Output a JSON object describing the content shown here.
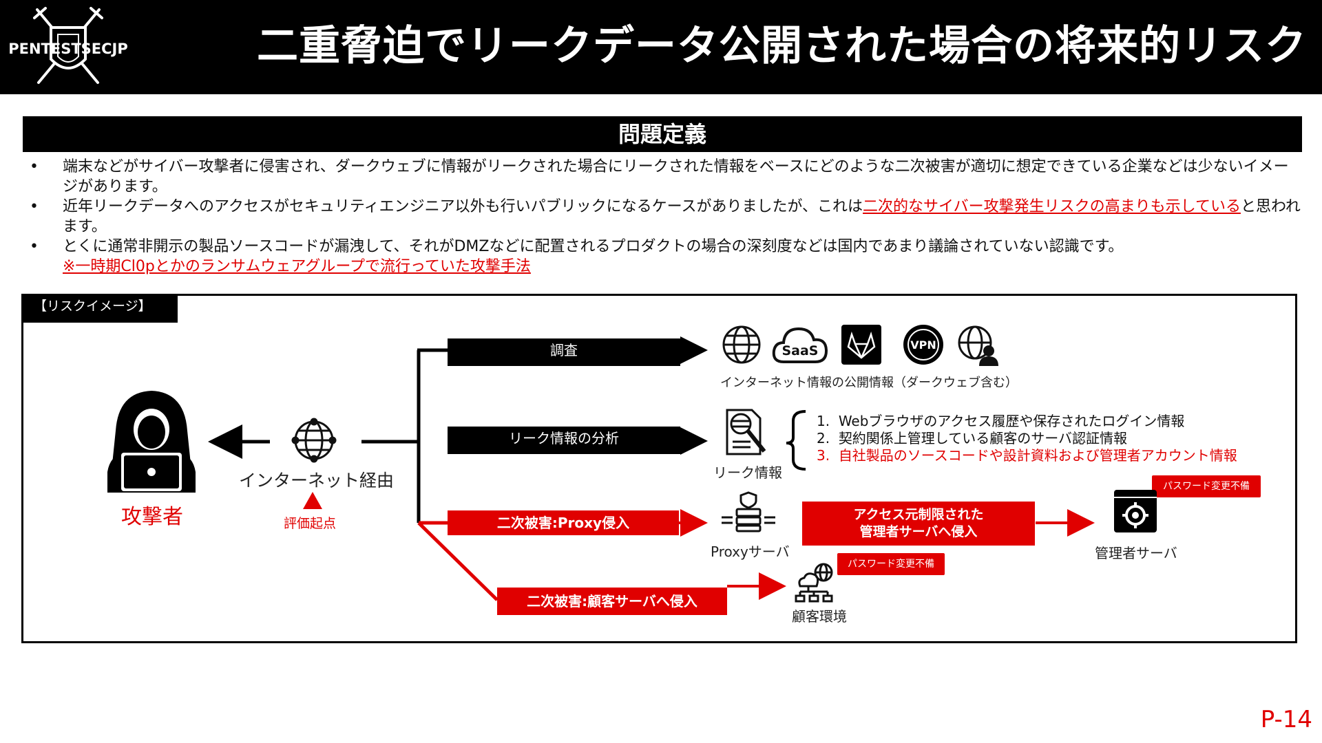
{
  "header": {
    "logo_text": "PENTESTSECJP",
    "title": "二重脅迫でリークデータ公開された場合の将来的リスク"
  },
  "problem": {
    "heading": "問題定義",
    "bullet1": "端末などがサイバー攻撃者に侵害され、ダークウェブに情報がリークされた場合にリークされた情報をベースにどのような二次被害が適切に想定できている企業などは少ないイメージがあります。",
    "bullet2_a": "近年リークデータへのアクセスがセキュリティエンジニア以外も行いパブリックになるケースがありましたが、これは",
    "bullet2_red": "二次的なサイバー攻撃発生リスクの高まりも示している",
    "bullet2_b": "と思われます。",
    "bullet3": "とくに通常非開示の製品ソースコードが漏洩して、それがDMZなどに配置されるプロダクトの場合の深刻度などは国内であまり議論されていない認識です。",
    "note": "※一時期Cl0pとかのランサムウェアグループで流行っていた攻撃手法"
  },
  "risk": {
    "tab": "【リスクイメージ】",
    "attacker": "攻撃者",
    "via_internet": "インターネット経由",
    "eval_origin": "評価起点",
    "investigation": "調査",
    "internet_info": "インターネット情報の公開情報（ダークウェブ含む）",
    "leak_analysis": "リーク情報の分析",
    "leak_info": "リーク情報",
    "leak_items": [
      {
        "num": "1.",
        "text": "Webブラウザのアクセス履歴や保存されたログイン情報",
        "red": false
      },
      {
        "num": "2.",
        "text": "契約関係上管理している顧客のサーバ認証情報",
        "red": false
      },
      {
        "num": "3.",
        "text": "自社製品のソースコードや設計資料および管理者アカウント情報",
        "red": true
      }
    ],
    "proxy_intrusion": "二次被害:Proxy侵入",
    "proxy_server": "Proxyサーバ",
    "access_restricted_1": "アクセス元制限された",
    "access_restricted_2": "管理者サーバへ侵入",
    "admin_server": "管理者サーバ",
    "pw_unchanged_1": "パスワード変更不備",
    "pw_unchanged_2": "パスワード変更不備",
    "customer_intrusion": "二次被害:顧客サーバへ侵入",
    "customer_env": "顧客環境",
    "saas": "SaaS",
    "vpn": "VPN"
  },
  "page": "P-14",
  "colors": {
    "accent_red": "#e00000",
    "black": "#000000"
  }
}
